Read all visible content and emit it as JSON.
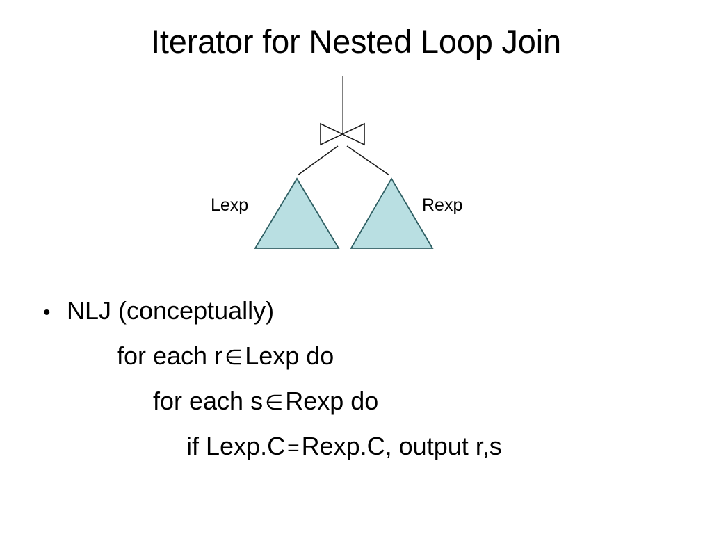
{
  "slide": {
    "title": "Iterator for Nested Loop Join",
    "background_color": "#ffffff",
    "text_color": "#000000"
  },
  "diagram": {
    "name": "nested-loop-join-query-plan-tree",
    "root_operator": {
      "symbol": "join-bowtie",
      "glyph": "⋈",
      "description": "join operator"
    },
    "edge_up_label": "",
    "children": [
      {
        "label": "Lexp",
        "shape": "triangle",
        "fill_color": "#b9dfe2",
        "stroke_color": "#2e5f63",
        "label_side": "left"
      },
      {
        "label": "Rexp",
        "shape": "triangle",
        "fill_color": "#b9dfe2",
        "stroke_color": "#2e5f63",
        "label_side": "right"
      }
    ],
    "line_color": "#3a3a3a"
  },
  "body": {
    "lines": [
      {
        "bullet": "•",
        "indent_level": 0,
        "text": "NLJ  (conceptually)"
      },
      {
        "bullet": "",
        "indent_level": 1,
        "text_before": "for each r ",
        "symbol": "∈",
        "text_after": " Lexp do"
      },
      {
        "bullet": "",
        "indent_level": 2,
        "text_before": "for each s ",
        "symbol": "∈",
        "text_after": " Rexp do"
      },
      {
        "bullet": "",
        "indent_level": 3,
        "text_before": "if Lexp.C ",
        "symbol": "=",
        "text_after": " Rexp.C, output r,s"
      }
    ]
  }
}
